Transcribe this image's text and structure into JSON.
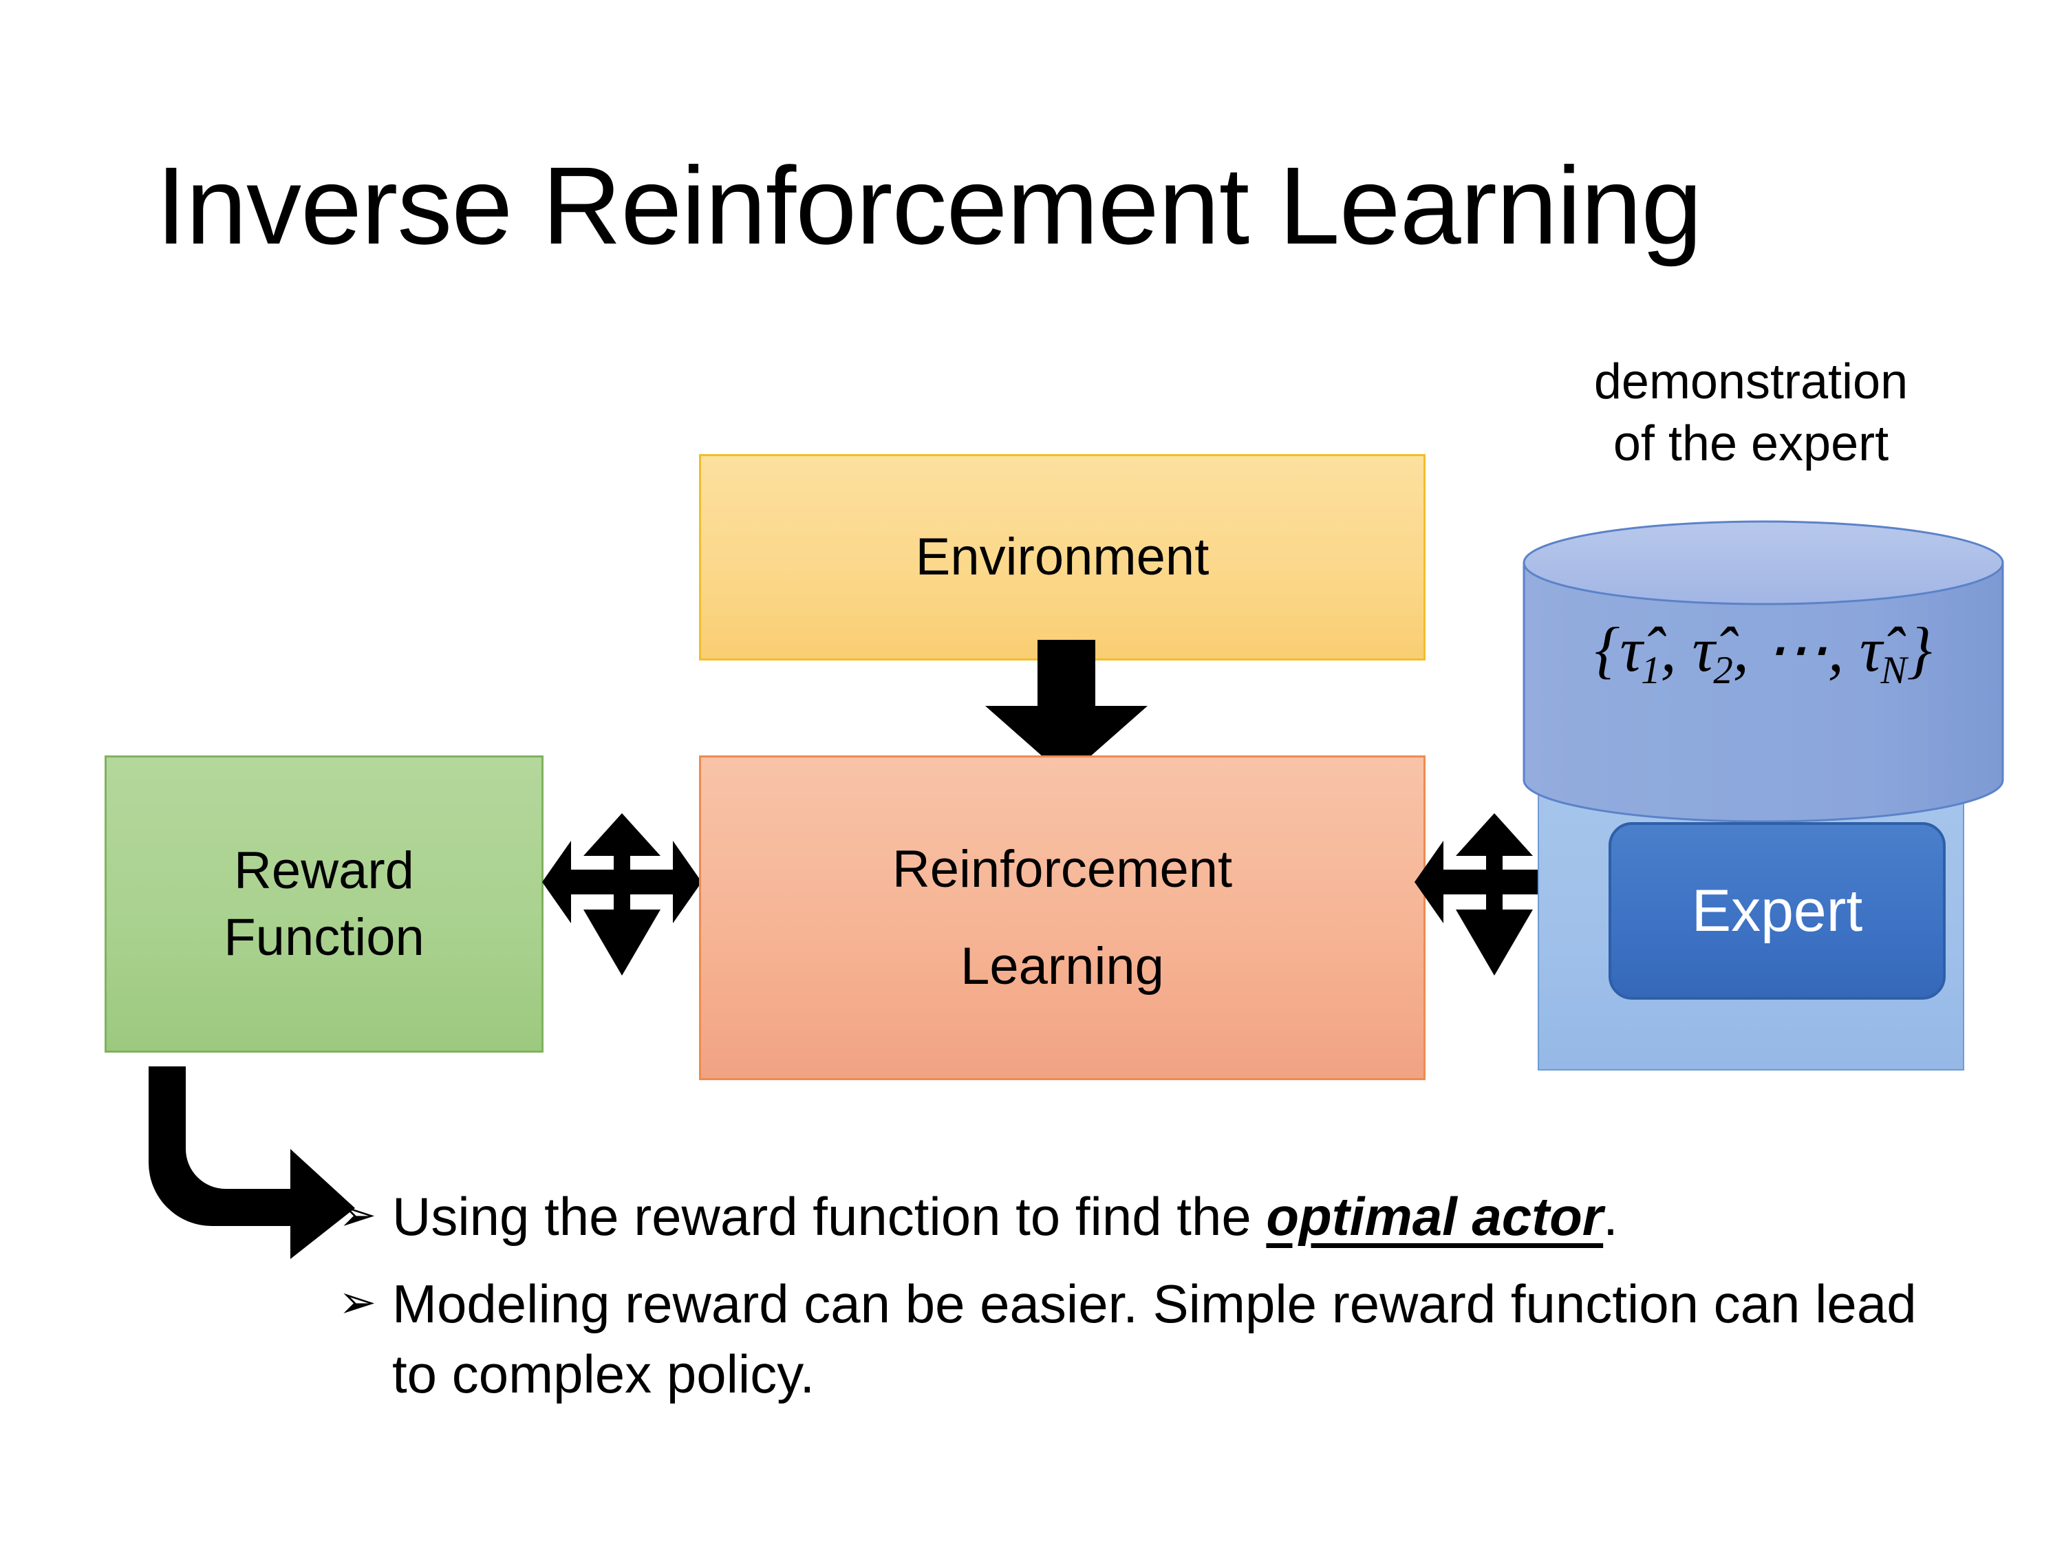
{
  "slide": {
    "title": "Inverse Reinforcement Learning",
    "background_color": "#FFFFFF"
  },
  "diagram": {
    "environment_box": {
      "label": "Environment",
      "fill_color": "#FBD88B",
      "border_color": "#F0BE2B"
    },
    "reward_box": {
      "label_line1": "Reward",
      "label_line2": "Function",
      "fill_color": "#A9D18E",
      "border_color": "#7FB25F"
    },
    "rl_box": {
      "label_line1": "Reinforcement",
      "label_line2": "Learning",
      "fill_color": "#F6B494",
      "border_color": "#ED8B50"
    },
    "expert_group": {
      "caption_line1": "demonstration",
      "caption_line2": "of the expert",
      "cylinder_formula": "{τ̂1, τ̂2, ⋯, τ̂N}",
      "cylinder_tokens": {
        "open_brace": "{",
        "tau1": "τ̂",
        "sub1": "1",
        "comma1": ",",
        "tau2": "τ̂",
        "sub2": "2",
        "comma2": ",",
        "ellipsis": "⋯",
        "comma3": ",",
        "tauN": "τ̂",
        "subN": "N",
        "close_brace": "}"
      },
      "expert_label": "Expert",
      "panel_fill_color": "#9FC0EA",
      "cylinder_fill_color": "#8EA9DC",
      "expert_chip_fill_color": "#3D72C4",
      "expert_chip_text_color": "#FFFFFF"
    },
    "arrows": {
      "env_to_rl": "down-arrow-icon",
      "reward_rl_link": "quad-arrow-icon",
      "rl_expert_link": "quad-arrow-icon",
      "reward_to_bullets": "elbow-arrow-icon",
      "color": "#000000"
    }
  },
  "bullets": {
    "marker": "➢",
    "items": [
      {
        "prefix": "Using the reward function to find the ",
        "emphasis": "optimal actor",
        "suffix": "."
      },
      {
        "prefix": "Modeling reward can be easier. Simple reward function can lead to complex policy.",
        "emphasis": "",
        "suffix": ""
      }
    ]
  }
}
